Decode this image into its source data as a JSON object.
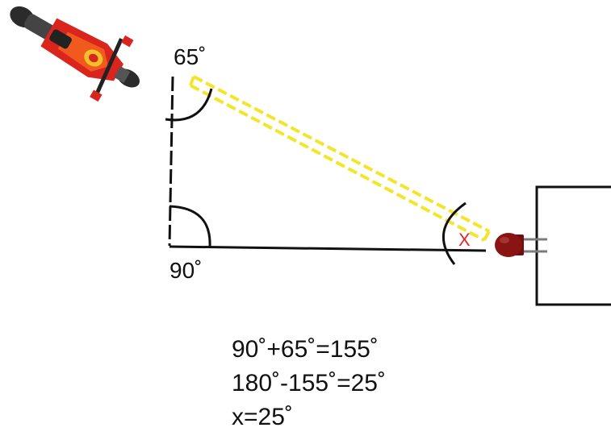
{
  "diagram": {
    "angle_top": "65˚",
    "angle_bottom": "90˚",
    "angle_x": "X",
    "calculation": [
      "90˚+65˚=155˚",
      "180˚-155˚=25˚",
      "x=25˚"
    ]
  },
  "colors": {
    "line": "#111111",
    "beam": "#f2e52a",
    "x_label": "#e3242b",
    "motorcycle": "#d9251d",
    "led": "#8a1313"
  },
  "icons": {
    "motorcycle": "motorcycle-icon",
    "sensor": "led-sensor-icon"
  }
}
